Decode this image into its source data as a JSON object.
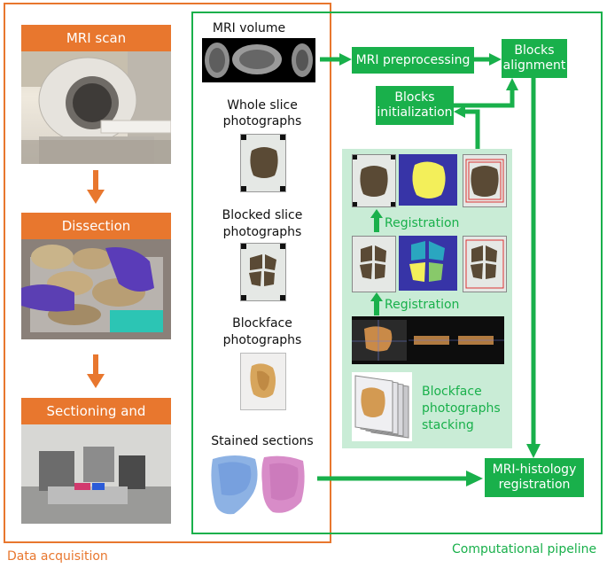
{
  "acquisition": {
    "mri_scan_label": "MRI scan",
    "dissection_label": "Dissection",
    "sectioning_label": "Sectioning and staining",
    "section_title": "Data acquisition"
  },
  "data_column": {
    "mri_volume": "MRI volume",
    "whole_slice_1": "Whole slice",
    "whole_slice_2": "photographs",
    "blocked_slice_1": "Blocked slice",
    "blocked_slice_2": "photographs",
    "blockface_1": "Blockface",
    "blockface_2": "photographs",
    "stained": "Stained sections"
  },
  "pipeline": {
    "mri_preprocessing": "MRI preprocessing",
    "blocks_alignment_1": "Blocks",
    "blocks_alignment_2": "alignment",
    "blocks_init_1": "Blocks",
    "blocks_init_2": "initialization",
    "registration_top": "Registration",
    "registration_bottom": "Registration",
    "blockface_stack_1": "Blockface",
    "blockface_stack_2": "photographs",
    "blockface_stack_3": "stacking",
    "mri_histology_1": "MRI-histology",
    "mri_histology_2": "registration",
    "section_title": "Computational pipeline"
  },
  "colors": {
    "orange": "#e8772e",
    "green": "#19b04b",
    "light_green": "#c9ecd6"
  }
}
